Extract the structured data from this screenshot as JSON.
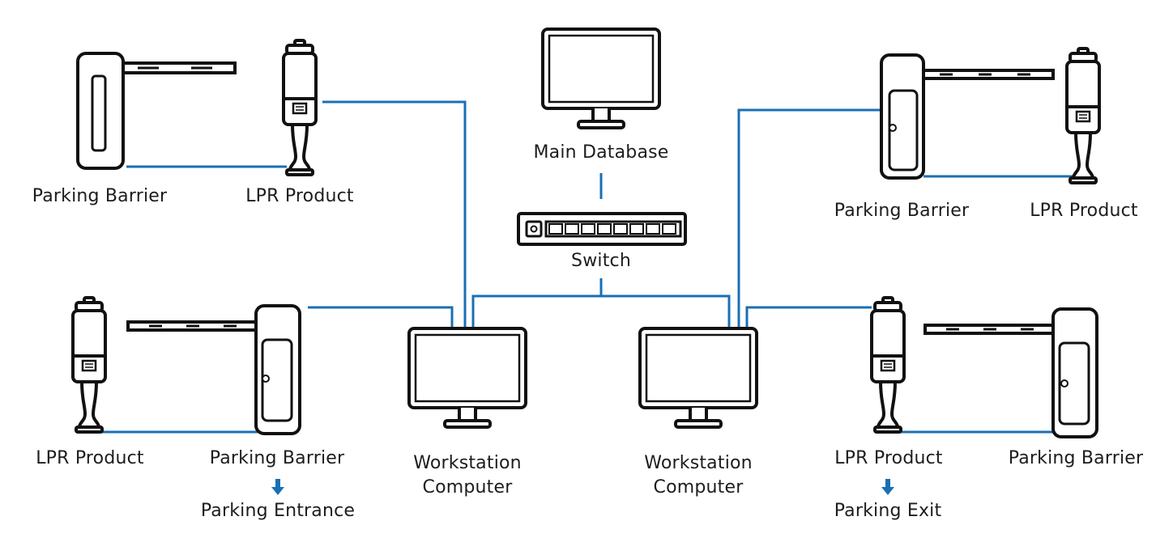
{
  "colors": {
    "line": "#1a6fb4",
    "device": "#111111",
    "text": "#1d1d1d",
    "arrow": "#1a6fb4"
  },
  "labels": {
    "main_database": "Main Database",
    "switch": "Switch",
    "parking_barrier": "Parking Barrier",
    "lpr_product": "LPR Product",
    "workstation_line1": "Workstation",
    "workstation_line2": "Computer",
    "parking_entrance": "Parking Entrance",
    "parking_exit": "Parking Exit"
  },
  "icons": [
    "monitor-icon",
    "network-switch-icon",
    "parking-barrier-icon",
    "lpr-camera-icon",
    "down-arrow-icon"
  ]
}
